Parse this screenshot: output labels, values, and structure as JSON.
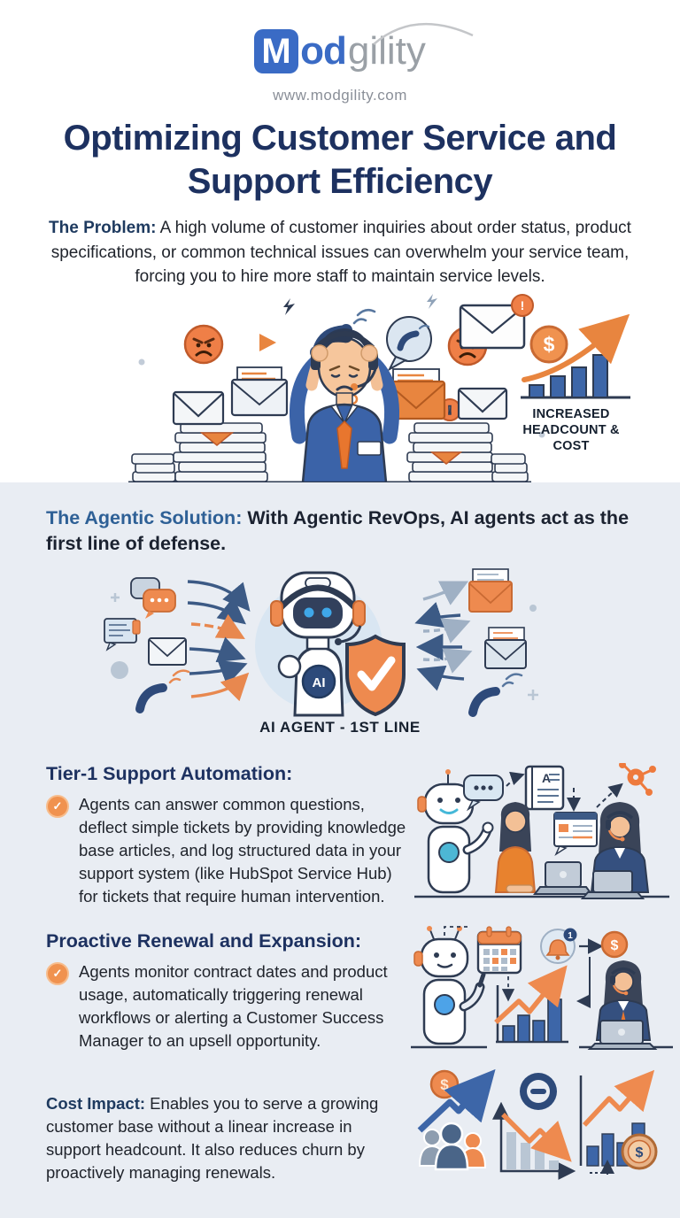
{
  "colors": {
    "brand_blue": "#3a6bc5",
    "navy": "#1d3160",
    "steel_blue": "#2e6096",
    "orange": "#ee8a4f",
    "bg_panel": "#e9edf3",
    "bar_blue": "#3d66a8"
  },
  "header": {
    "logo_m": "M",
    "logo_bold": "od",
    "logo_light": "gility",
    "website": "www.modgility.com"
  },
  "title": "Optimizing Customer Service and Support Efficiency",
  "problem": {
    "label": "The Problem:",
    "text": " A high volume of customer inquiries about order status, product specifications, or common technical issues can overwhelm your service team, forcing you to hire more staff to maintain service levels.",
    "chart_caption": "INCREASED HEADCOUNT & COST"
  },
  "solution": {
    "label": "The Agentic Solution:",
    "text": " With Agentic RevOps, AI agents act as the first line of defense.",
    "caption": "AI AGENT - 1ST LINE",
    "badge": "AI"
  },
  "tier1": {
    "heading": "Tier-1 Support Automation:",
    "bullet": "Agents can answer common questions, deflect simple tickets by providing knowledge base articles, and log structured data in your support system (like HubSpot Service Hub) for tickets that require human intervention."
  },
  "renewal": {
    "heading": "Proactive Renewal and Expansion:",
    "bullet": "Agents monitor contract dates and product usage, automatically triggering renewal workflows or alerting a Customer Success Manager to an upsell opportunity."
  },
  "cost": {
    "label": "Cost Impact:",
    "text": " Enables you to serve a growing customer base without a linear increase in support headcount. It also reduces churn by proactively managing renewals."
  },
  "glyphs": {
    "check": "✓",
    "ai": "AI",
    "book": "A",
    "alert_badge": "1",
    "dollar": "$",
    "exclamation": "!"
  },
  "icons": {
    "problem": [
      "angry-face-icon",
      "play-icon",
      "phone-icon",
      "envelope-alert-icon",
      "speech-bubble-phone-icon",
      "open-envelope-icon",
      "envelope-icon",
      "paper-stack-icon",
      "overwhelmed-agent-icon",
      "dollar-coin-icon",
      "growth-arrow-icon",
      "bar-chart-icon"
    ],
    "solution": [
      "chat-bubbles-icon",
      "message-card-icon",
      "envelope-icon",
      "phone-icon",
      "flow-arrow-icon",
      "robot-agent-icon",
      "shield-check-icon",
      "open-envelope-icon",
      "letter-envelope-icon"
    ],
    "tier1": [
      "robot-icon",
      "speech-dots-icon",
      "knowledge-base-book-icon",
      "ticket-card-icon",
      "hubspot-sprocket-icon",
      "customer-icon",
      "laptop-icon",
      "support-agent-icon"
    ],
    "renewal": [
      "robot-icon",
      "calendar-icon",
      "rising-bar-chart-icon",
      "alert-bell-icon",
      "dollar-coin-icon",
      "csm-agent-icon"
    ],
    "cost": [
      "customer-group-icon",
      "growth-arrow-icon",
      "dollar-coin-icon",
      "minus-circle-icon",
      "declining-bars-icon",
      "down-arrow-icon",
      "rising-bars-icon",
      "up-arrow-icon",
      "ringed-coin-icon"
    ]
  }
}
